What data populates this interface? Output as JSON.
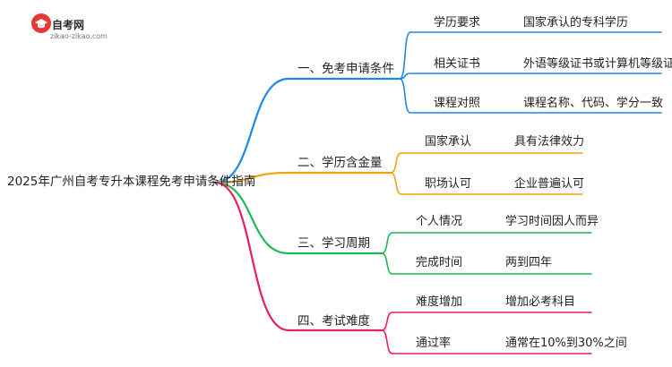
{
  "logo": {
    "title": "自考网",
    "url": "zikao-zikao.com",
    "icon": "graduation-cap-icon"
  },
  "root": {
    "label": "2025年广州自考专升本课程免考申请条件指南"
  },
  "branches": [
    {
      "label": "一、免考申请条件",
      "color": "#1e88e5",
      "children": [
        {
          "label": "学历要求",
          "detail": "国家承认的专科学历"
        },
        {
          "label": "相关证书",
          "detail": "外语等级证书或计算机等级证书"
        },
        {
          "label": "课程对照",
          "detail": "课程名称、代码、学分一致"
        }
      ]
    },
    {
      "label": "二、学历含金量",
      "color": "#f0a30a",
      "children": [
        {
          "label": "国家承认",
          "detail": "具有法律效力"
        },
        {
          "label": "职场认可",
          "detail": "企业普遍认可"
        }
      ]
    },
    {
      "label": "三、学习周期",
      "color": "#1db954",
      "children": [
        {
          "label": "个人情况",
          "detail": "学习时间因人而异"
        },
        {
          "label": "完成时间",
          "detail": "两到四年"
        }
      ]
    },
    {
      "label": "四、考试难度",
      "color": "#e91e63",
      "children": [
        {
          "label": "难度增加",
          "detail": "增加必考科目"
        },
        {
          "label": "通过率",
          "detail": "通常在10%到30%之间"
        }
      ]
    }
  ]
}
